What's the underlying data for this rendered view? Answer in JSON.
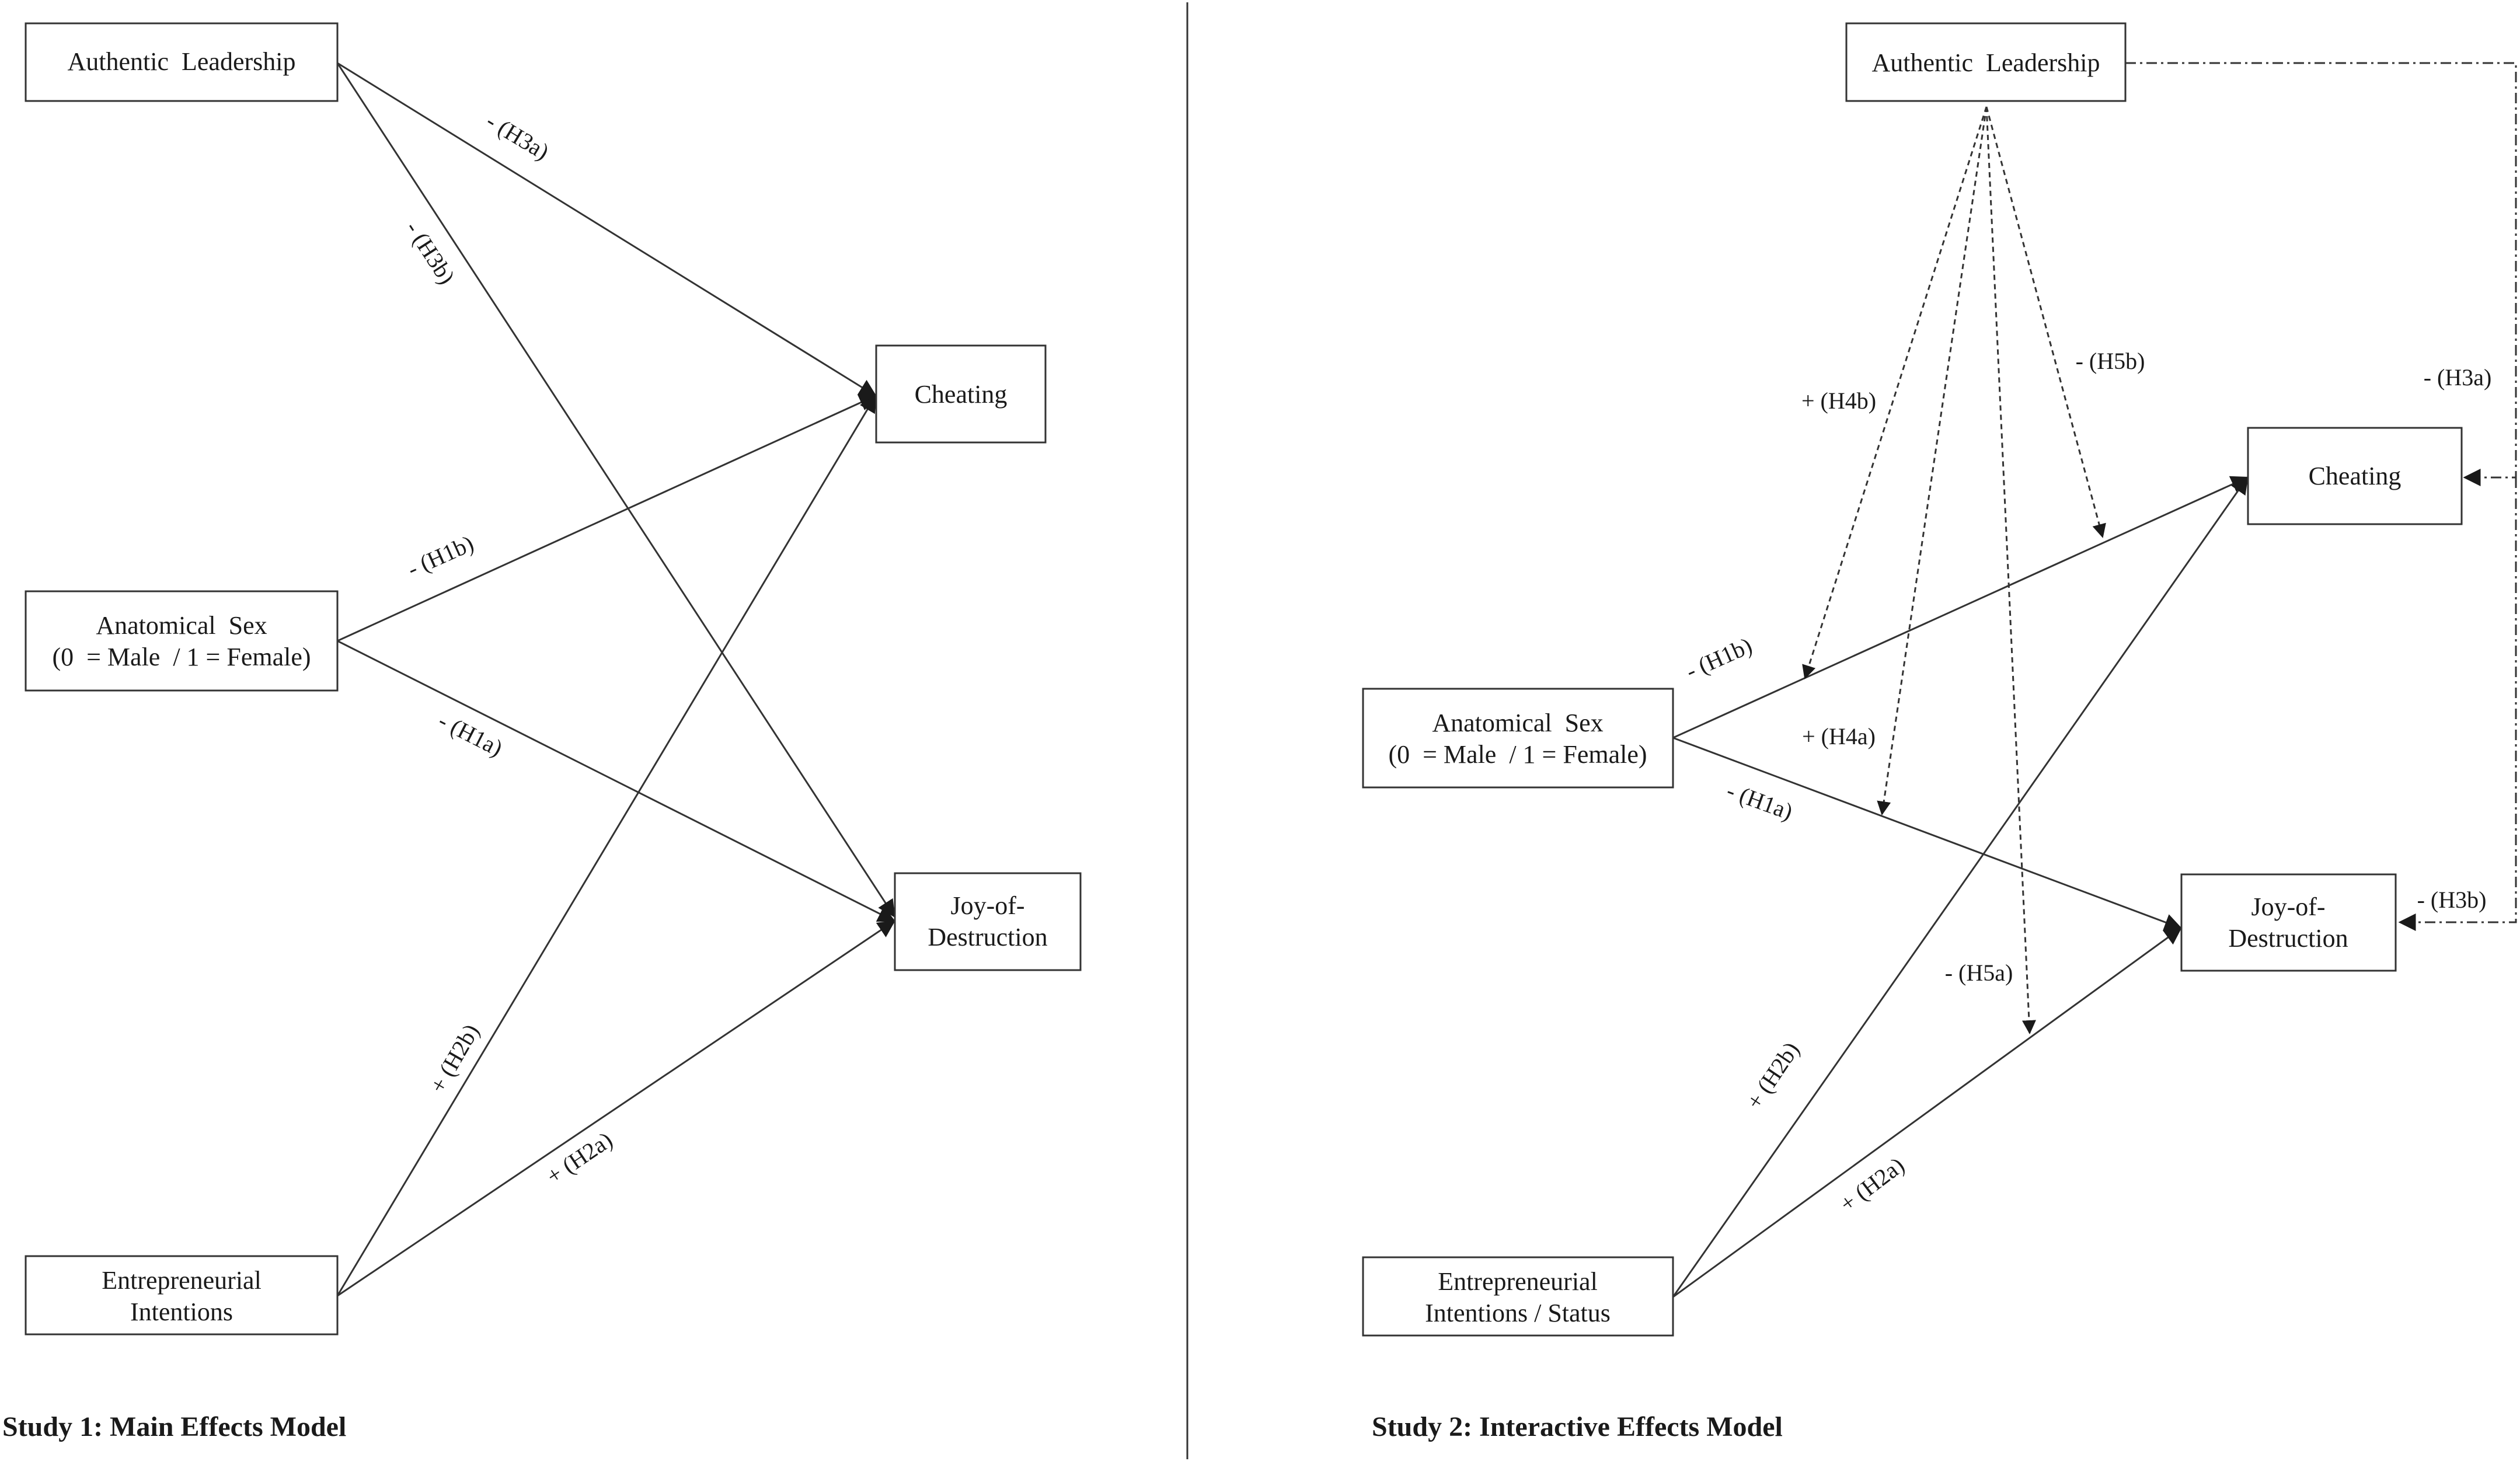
{
  "studies": [
    {
      "caption": "Study 1: Main Effects Model",
      "nodes": {
        "authentic_leadership": [
          "Authentic  Leadership"
        ],
        "anatomical_sex": [
          "Anatomical  Sex",
          "(0  = Male  / 1 = Female)"
        ],
        "entrepreneurial": [
          "Entrepreneurial",
          "Intentions"
        ],
        "cheating": [
          "Cheating"
        ],
        "joy": [
          "Joy-of-",
          "Destruction"
        ]
      },
      "paths": [
        {
          "from": "Authentic  Leadership",
          "to": "Cheating",
          "label": "- (H3a)",
          "style": "solid"
        },
        {
          "from": "Authentic  Leadership",
          "to": "Joy-of-Destruction",
          "label": "- (H3b)",
          "style": "solid"
        },
        {
          "from": "Anatomical  Sex",
          "to": "Cheating",
          "label": "- (H1b)",
          "style": "solid"
        },
        {
          "from": "Anatomical  Sex",
          "to": "Joy-of-Destruction",
          "label": "- (H1a)",
          "style": "solid"
        },
        {
          "from": "Entrepreneurial Intentions",
          "to": "Cheating",
          "label": "+ (H2b)",
          "style": "solid"
        },
        {
          "from": "Entrepreneurial Intentions",
          "to": "Joy-of-Destruction",
          "label": "+ (H2a)",
          "style": "solid"
        }
      ]
    },
    {
      "caption": "Study 2: Interactive Effects Model",
      "nodes": {
        "authentic_leadership": [
          "Authentic  Leadership"
        ],
        "anatomical_sex": [
          "Anatomical  Sex",
          "(0  = Male  / 1 = Female)"
        ],
        "entrepreneurial": [
          "Entrepreneurial",
          "Intentions / Status"
        ],
        "cheating": [
          "Cheating"
        ],
        "joy": [
          "Joy-of-",
          "Destruction"
        ]
      },
      "paths": [
        {
          "from": "Anatomical  Sex",
          "to": "Cheating",
          "label": "- (H1b)",
          "style": "solid"
        },
        {
          "from": "Anatomical  Sex",
          "to": "Joy-of-Destruction",
          "label": "- (H1a)",
          "style": "solid"
        },
        {
          "from": "Entrepreneurial Intentions / Status",
          "to": "Cheating",
          "label": "+ (H2b)",
          "style": "solid"
        },
        {
          "from": "Entrepreneurial Intentions / Status",
          "to": "Joy-of-Destruction",
          "label": "+ (H2a)",
          "style": "solid"
        },
        {
          "from": "Authentic  Leadership",
          "to": "Cheating",
          "label": "- (H3a)",
          "style": "dash-dot"
        },
        {
          "from": "Authentic  Leadership",
          "to": "Joy-of-Destruction",
          "label": "- (H3b)",
          "style": "dash-dot"
        },
        {
          "from": "Authentic  Leadership",
          "to": "Anatomical Sex → Cheating path",
          "label": "+ (H4b)",
          "style": "dashed"
        },
        {
          "from": "Authentic  Leadership",
          "to": "Anatomical Sex → Joy-of-Destruction path",
          "label": "+ (H4a)",
          "style": "dashed"
        },
        {
          "from": "Authentic  Leadership",
          "to": "Entrepreneurial → Cheating path",
          "label": "- (H5b)",
          "style": "dashed"
        },
        {
          "from": "Authentic  Leadership",
          "to": "Entrepreneurial → Joy-of-Destruction path",
          "label": "- (H5a)",
          "style": "dashed"
        }
      ]
    }
  ]
}
